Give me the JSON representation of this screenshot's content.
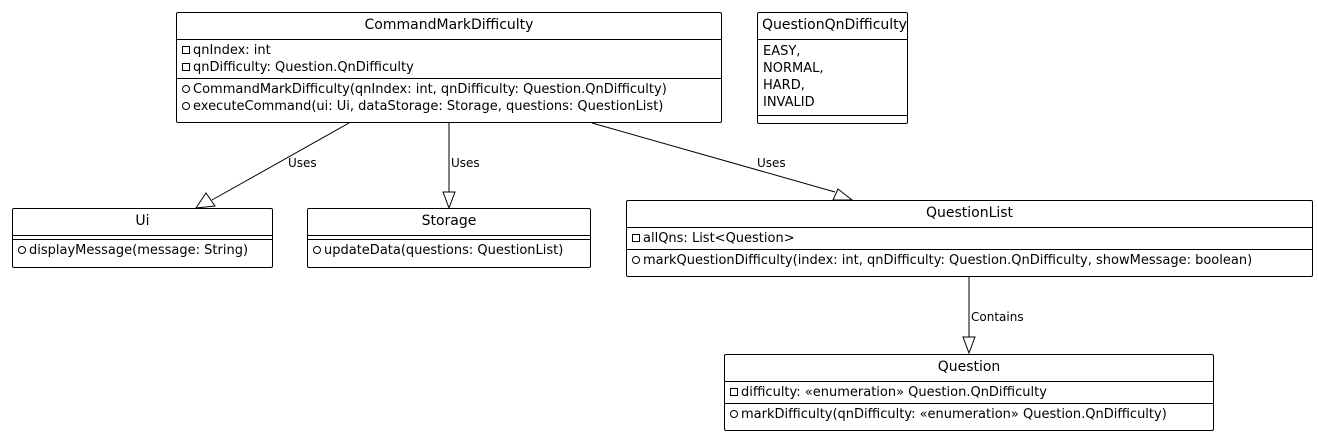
{
  "classes": {
    "command": {
      "name": "CommandMarkDifficulty",
      "attributes": [
        "qnIndex: int",
        "qnDifficulty: Question.QnDifficulty"
      ],
      "methods": [
        "CommandMarkDifficulty(qnIndex: int, qnDifficulty: Question.QnDifficulty)",
        "executeCommand(ui: Ui, dataStorage: Storage, questions: QuestionList)"
      ]
    },
    "enum": {
      "name": "QuestionQnDifficulty",
      "values": [
        "EASY,",
        "NORMAL,",
        "HARD,",
        "INVALID"
      ]
    },
    "ui": {
      "name": "Ui",
      "methods": [
        "displayMessage(message: String)"
      ]
    },
    "storage": {
      "name": "Storage",
      "methods": [
        "updateData(questions: QuestionList)"
      ]
    },
    "questionlist": {
      "name": "QuestionList",
      "attributes": [
        "allQns: List<Question>"
      ],
      "methods": [
        "markQuestionDifficulty(index: int, qnDifficulty: Question.QnDifficulty, showMessage: boolean)"
      ]
    },
    "question": {
      "name": "Question",
      "attributes": [
        "difficulty: «enumeration» Question.QnDifficulty"
      ],
      "methods": [
        "markDifficulty(qnDifficulty: «enumeration» Question.QnDifficulty)"
      ]
    }
  },
  "relations": {
    "cmd_ui": "Uses",
    "cmd_storage": "Uses",
    "cmd_list": "Uses",
    "list_question": "Contains"
  }
}
